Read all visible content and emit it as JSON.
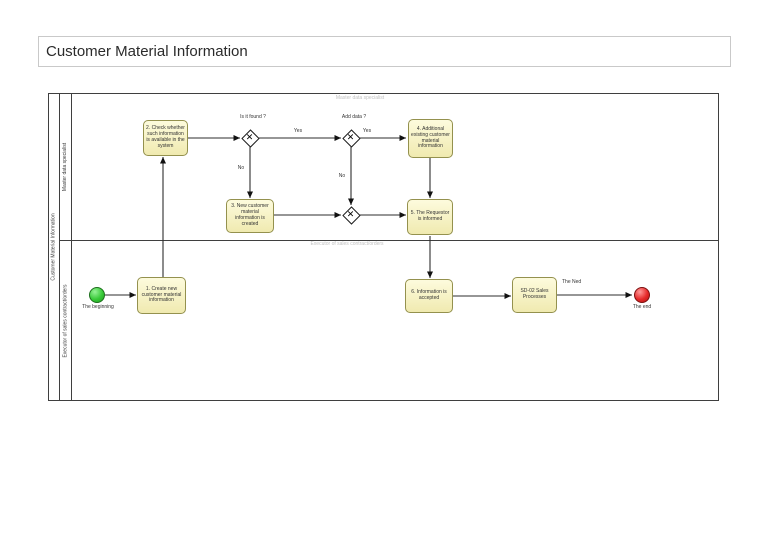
{
  "title": "Customer Material Information",
  "pool": {
    "label": "Customer Material Information",
    "lanes": [
      {
        "label": "Master data specialist"
      },
      {
        "label": "Executor of sales contract/orders"
      }
    ]
  },
  "nodes": {
    "start": {
      "label": "The beginning"
    },
    "task1": {
      "label": "1. Create new customer material information"
    },
    "task2": {
      "label": "2. Check whether such information is available in the system"
    },
    "task3": {
      "label": "3. New customer material information is created"
    },
    "task4": {
      "label": "4. Additional existing customer material information"
    },
    "task5": {
      "label": "5. The Requestor is informed"
    },
    "task6": {
      "label": "6. Information is accepted"
    },
    "sd02": {
      "label": "SD-02 Sales Processes"
    },
    "end": {
      "label": "The end"
    }
  },
  "gateways": {
    "g1": {
      "question": "Is it found ?",
      "yes": "Yes",
      "no": "No"
    },
    "g2": {
      "question": "Add data ?",
      "yes": "Yes",
      "no": "No"
    }
  },
  "flow_labels": {
    "to_end": "The Ned"
  },
  "icons": {
    "gateway_x": "✕"
  },
  "colors": {
    "task_fill_top": "#FDFBDD",
    "task_fill_bottom": "#F0EAB0",
    "task_border": "#94914E",
    "start_fill": "#38C938",
    "end_fill": "#E62A2A",
    "connector": "#2E2E2E",
    "watermark": "#C2C2C2"
  }
}
